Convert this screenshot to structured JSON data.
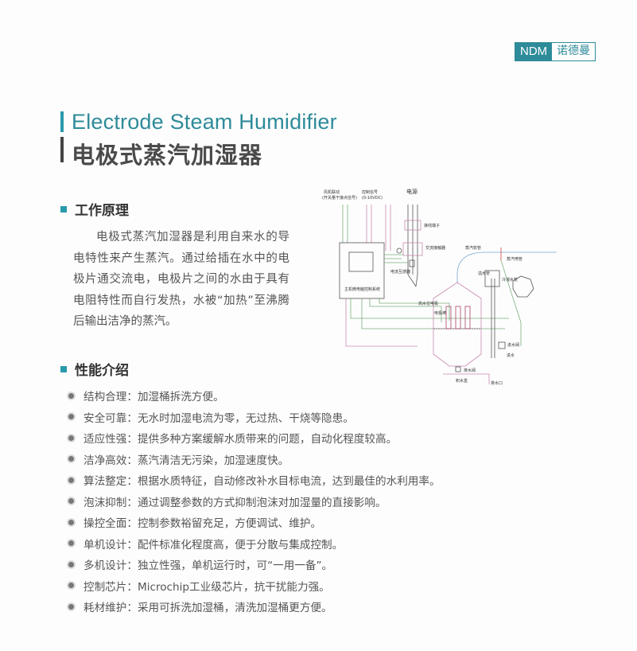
{
  "brand": {
    "en": "NDM",
    "cn": "诺德曼",
    "color": "#2e8b9a"
  },
  "title": {
    "en": "Electrode Steam Humidifier",
    "cn": "电极式蒸汽加湿器"
  },
  "principle": {
    "heading": "工作原理",
    "body": "电极式蒸汽加湿器是利用自来水的导电特性来产生蒸汽。通过给插在水中的电极片通交流电，电极片之间的水由于具有电阻特性而自行发热，水被“加热”至沸腾后输出洁净的蒸汽。"
  },
  "diagram": {
    "labels": {
      "fan": "风机联动",
      "fan_sub": "(开关量干接点信号)",
      "signal": "控制信号",
      "signal_sub": "(0-10VDC)",
      "power": "电源",
      "terminal": "接线端子",
      "contactor": "交流接触器",
      "ct": "电流互感器",
      "controller": "主机微电脑控制系统",
      "steam_hose": "蒸汽软管",
      "steam_pipe": "蒸汽喷管",
      "overflow": "溢水管",
      "condensate": "冷凝水管",
      "high_level": "高水位电极",
      "electrode": "电极棒",
      "inlet_valve": "进水阀",
      "inlet": "进水",
      "drain_valve": "排水阀",
      "drain_box": "积水盒",
      "drain_outlet": "排水口"
    }
  },
  "features": {
    "heading": "性能介绍",
    "items": [
      "结构合理：加湿桶拆洗方便。",
      "安全可靠：无水时加湿电流为零，无过热、干烧等隐患。",
      "适应性强：提供多种方案缓解水质带来的问题，自动化程度较高。",
      "洁净高效：蒸汽清洁无污染，加湿速度快。",
      "算法整定：根据水质特征，自动修改补水目标电流，达到最佳的水利用率。",
      "泡沫抑制：通过调整参数的方式抑制泡沫对加湿量的直接影响。",
      "操控全面：控制参数裕留充足，方便调试、维护。",
      "单机设计：配件标准化程度高，便于分散与集成控制。",
      "多机设计：独立性强，单机运行时，可“一用一备”。",
      "控制芯片：Microchip工业级芯片，抗干扰能力强。",
      "耗材维护：采用可拆洗加湿桶，清洗加湿桶更方便。"
    ]
  }
}
